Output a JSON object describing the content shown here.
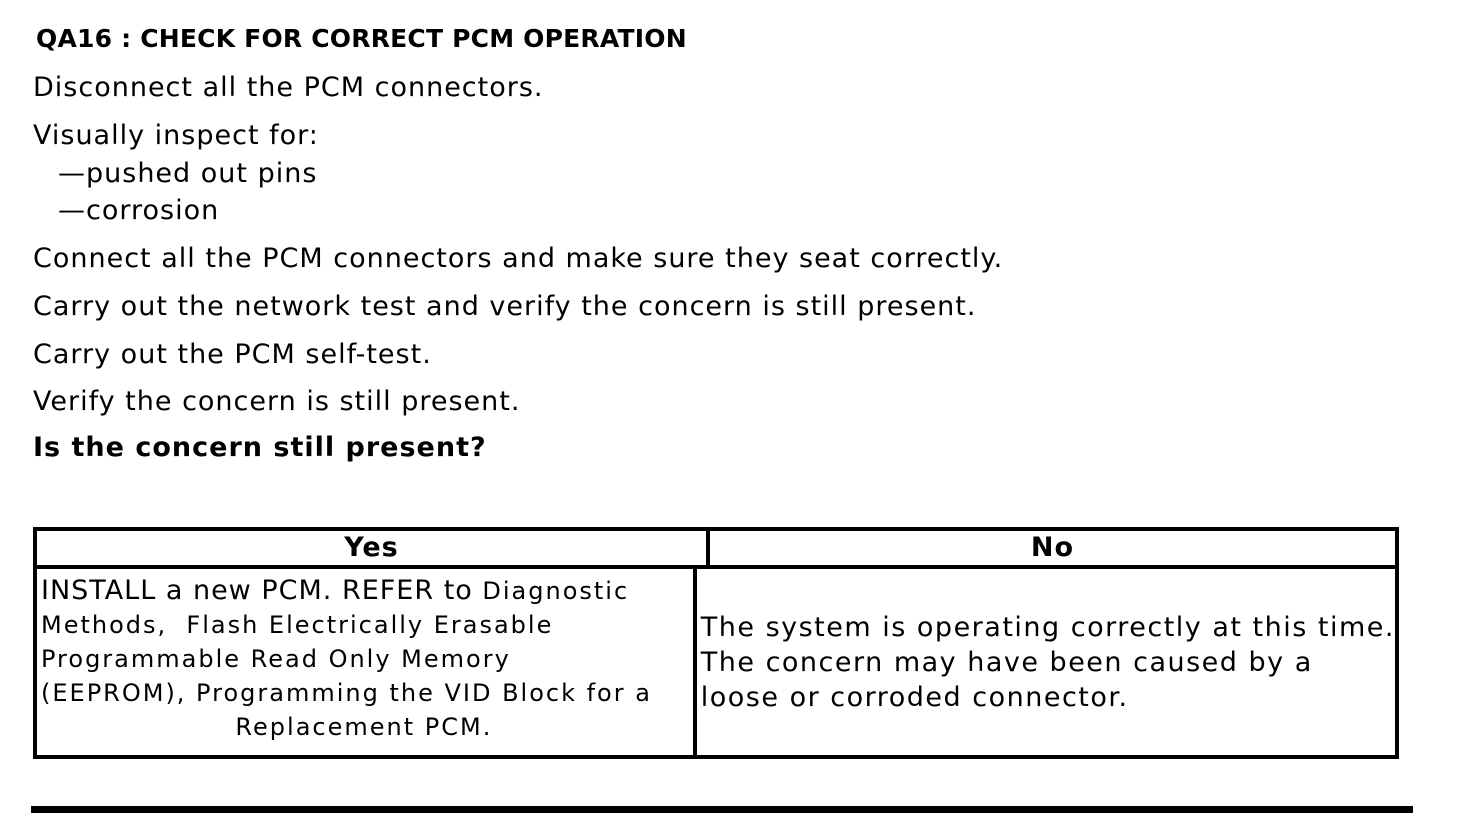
{
  "heading": "QA16 : CHECK FOR CORRECT PCM OPERATION",
  "steps": [
    "Disconnect all the PCM connectors.",
    "Visually inspect for:",
    "Connect all the PCM connectors and make sure they seat correctly.",
    "Carry out the network test and verify the concern is still present.",
    "Carry out the PCM self-test.",
    "Verify the concern is still present."
  ],
  "inspect_items": [
    "—pushed out pins",
    "—corrosion"
  ],
  "question": "Is the concern still present?",
  "result_table": {
    "yes_header": "Yes",
    "no_header": "No",
    "yes_action": {
      "lead_text": "INSTALL a new PCM. REFER to ",
      "refer_line1": "Diagnostic",
      "refer_line2": "Methods,  Flash Electrically Erasable",
      "refer_line3": "Programmable Read Only Memory",
      "refer_line4": "(EEPROM), Programming the VID Block for a",
      "refer_line5": "Replacement PCM."
    },
    "no_action": {
      "lines": [
        "The system is operating correctly at this time.",
        "The concern may have been caused by a",
        "loose or corroded connector."
      ]
    }
  },
  "colors": {
    "text": "#000000",
    "background": "#ffffff",
    "border": "#000000"
  }
}
